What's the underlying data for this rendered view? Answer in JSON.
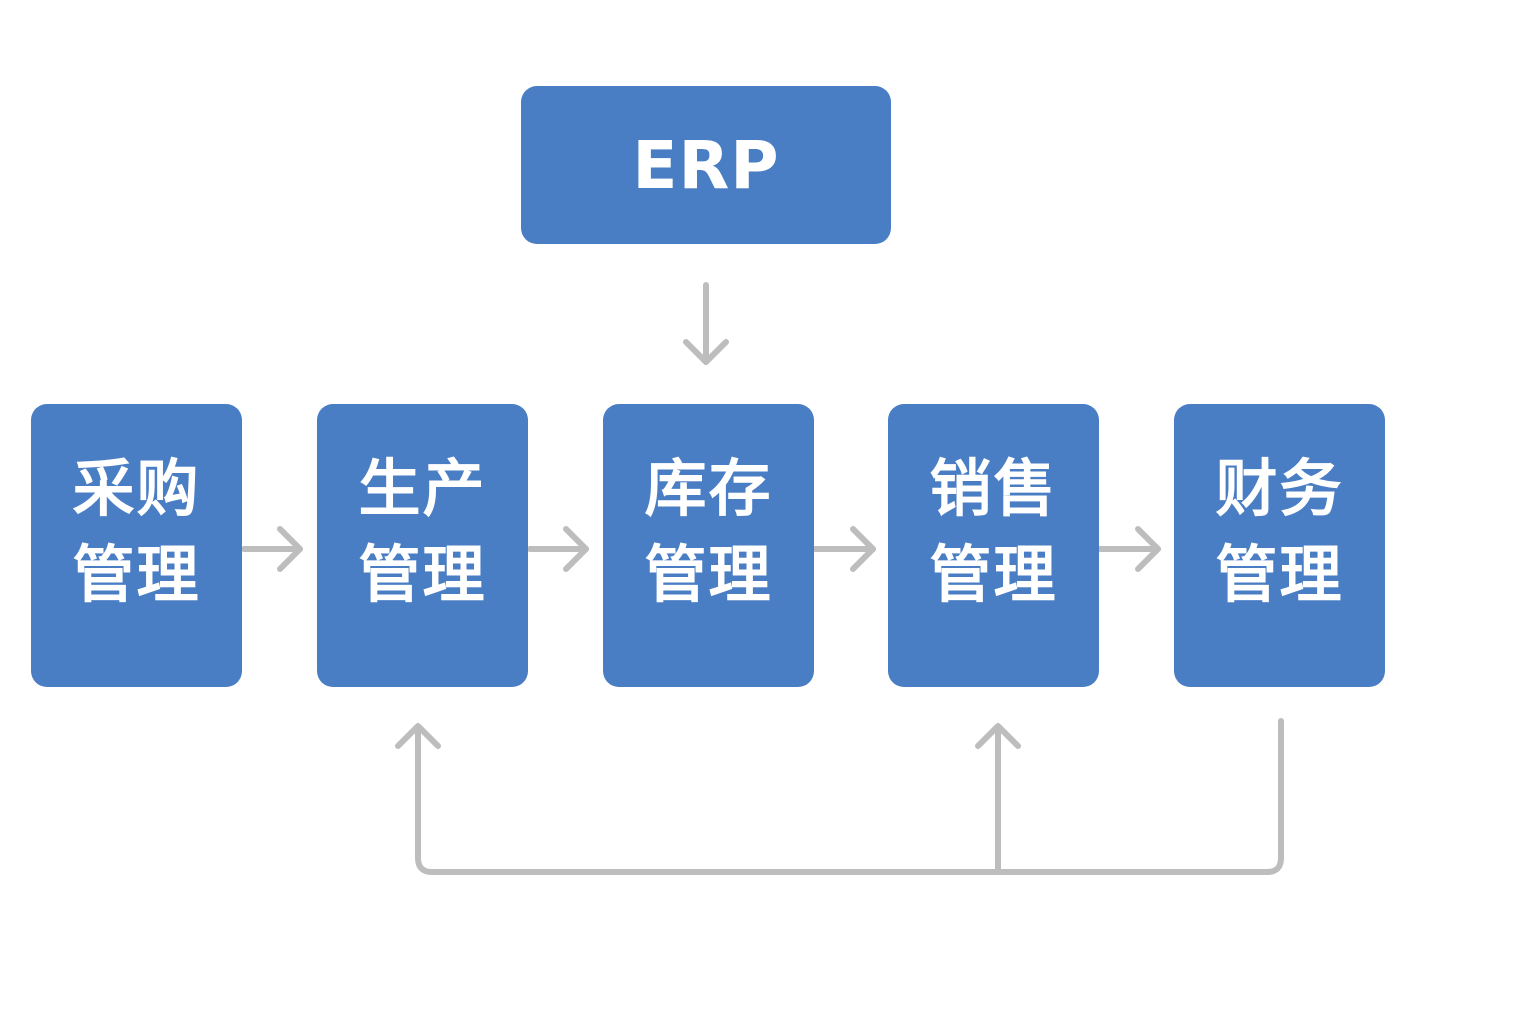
{
  "top": {
    "label": "ERP"
  },
  "modules": [
    {
      "line1": "采购",
      "line2": "管理"
    },
    {
      "line1": "生产",
      "line2": "管理"
    },
    {
      "line1": "库存",
      "line2": "管理"
    },
    {
      "line1": "销售",
      "line2": "管理"
    },
    {
      "line1": "财务",
      "line2": "管理"
    }
  ],
  "colors": {
    "box_fill": "#4a7ec4",
    "box_text": "#ffffff",
    "connector": "#bdbdbd"
  }
}
